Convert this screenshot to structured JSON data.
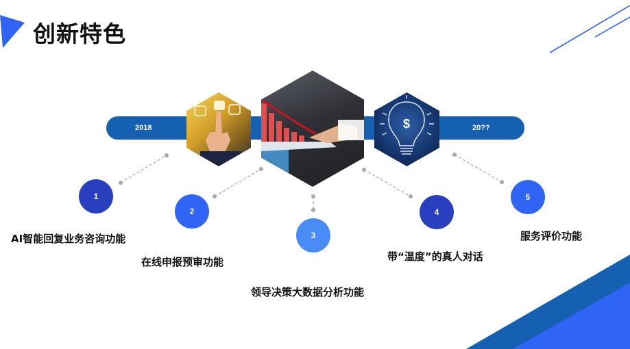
{
  "slide": {
    "title": "创新特色",
    "colors": {
      "accent_blue": "#2f64f5",
      "timeline_blue": "#1560b0",
      "dark_indigo": "#2a3fbf",
      "light_blue": "#4a8cf7",
      "connector_gray": "#a8a8a8"
    }
  },
  "timeline": {
    "start_label": "2018",
    "end_label": "20??"
  },
  "images": [
    {
      "name": "touch-screen-hand-photo",
      "description": "hand touching glowing interface"
    },
    {
      "name": "business-tablet-chart-photo",
      "description": "businessman with tablet and declining bar chart"
    },
    {
      "name": "lightbulb-dollar-photo",
      "description": "chalk lightbulb with dollar sign"
    }
  ],
  "features": [
    {
      "number": "1",
      "label": "AI智能回复业务咨询功能",
      "color": "#2a3fbf"
    },
    {
      "number": "2",
      "label": "在线申报预审功能",
      "color": "#2f64f5"
    },
    {
      "number": "3",
      "label": "领导决策大数据分析功能",
      "color": "#4a8cf7"
    },
    {
      "number": "4",
      "label": "带“温度”的真人对话",
      "color": "#2a3fbf"
    },
    {
      "number": "5",
      "label": "服务评价功能",
      "color": "#2f64f5"
    }
  ]
}
